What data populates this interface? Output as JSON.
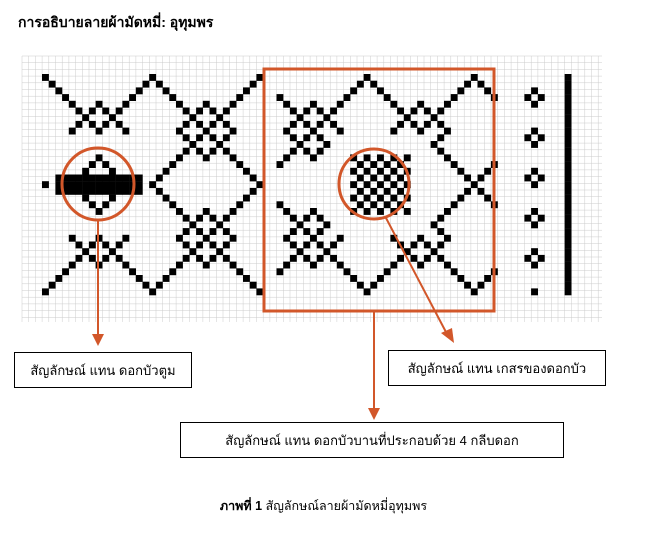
{
  "heading": "การอธิบายลายผ้ามัดหมี่: อุทุมพร",
  "labels": {
    "bud": "สัญลักษณ์ แทน ดอกบัวตูม",
    "stamen": "สัญลักษณ์ แทน เกสรของดอกบัว",
    "bloom": "สัญลักษณ์ แทน ดอกบัวบานที่ประกอบด้วย 4 กลีบดอก"
  },
  "caption": {
    "prefix": "ภาพที่",
    "number": "1",
    "text": "สัญลักษณ์ลายผ้ามัดหมี่อุทุมพร"
  },
  "colors": {
    "annotation": "#d2572a",
    "ink": "#000000",
    "grid": "#cccccc"
  }
}
